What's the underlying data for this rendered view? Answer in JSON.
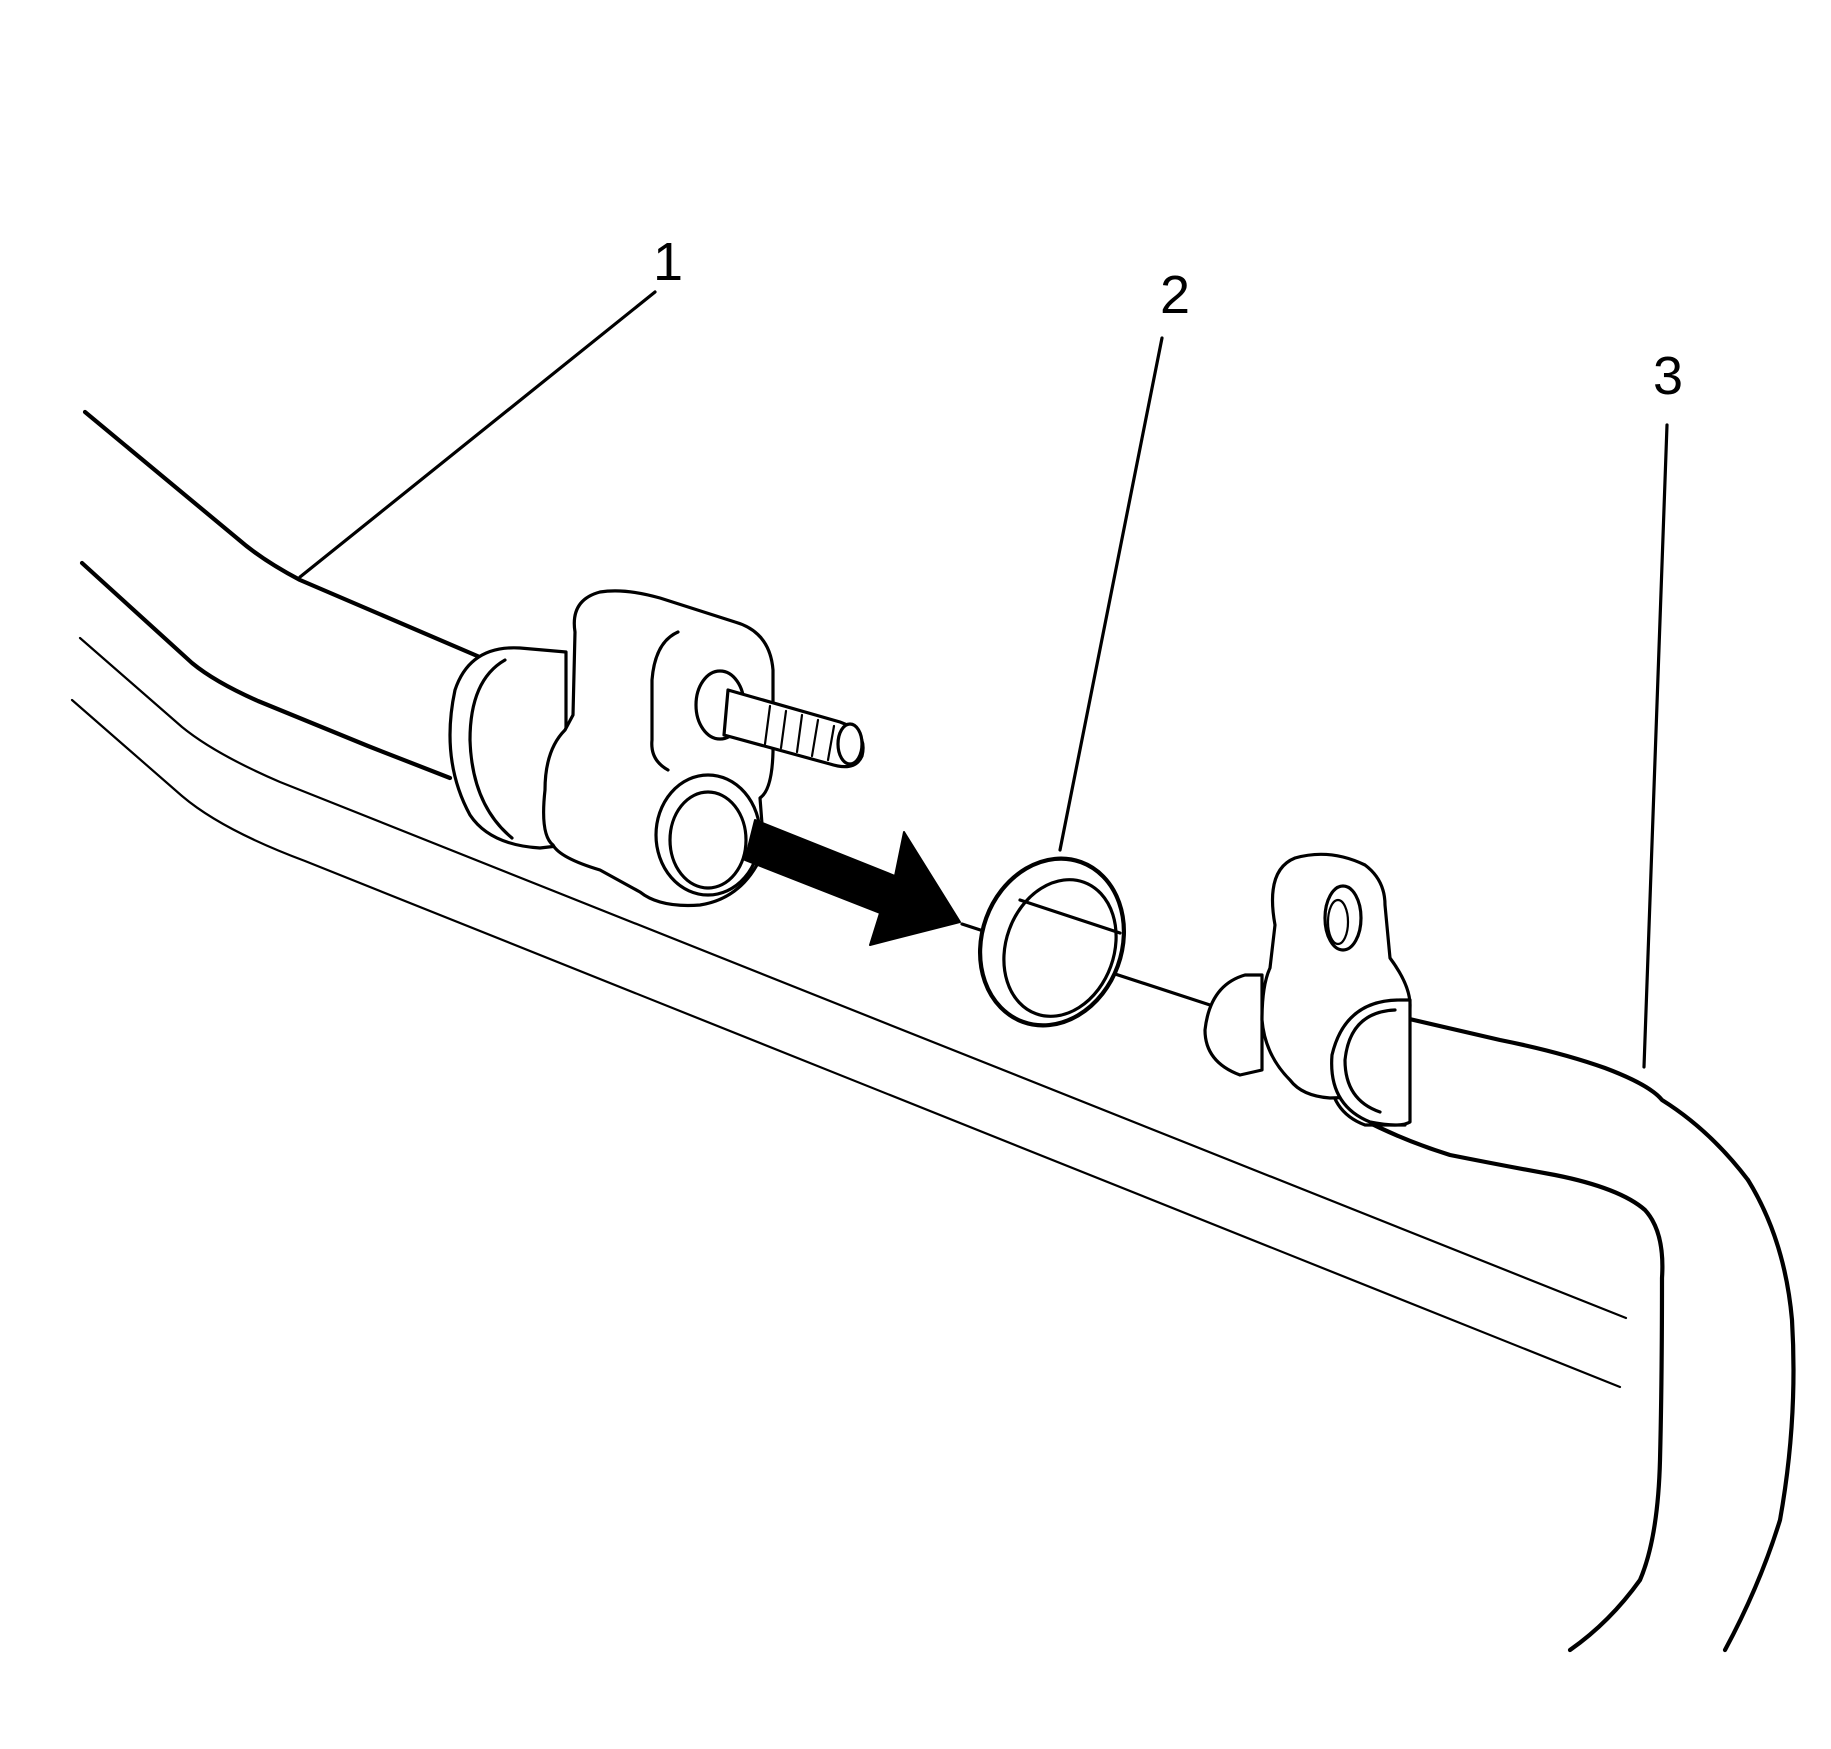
{
  "figure": {
    "callouts": [
      {
        "id": "1",
        "label": "1"
      },
      {
        "id": "2",
        "label": "2"
      },
      {
        "id": "3",
        "label": "3"
      }
    ],
    "colors": {
      "line": "#000000",
      "background": "#ffffff"
    },
    "elements": [
      "pipe-1",
      "seal-ring-2",
      "pipe-3",
      "direction-arrow",
      "mounting-stud"
    ]
  }
}
